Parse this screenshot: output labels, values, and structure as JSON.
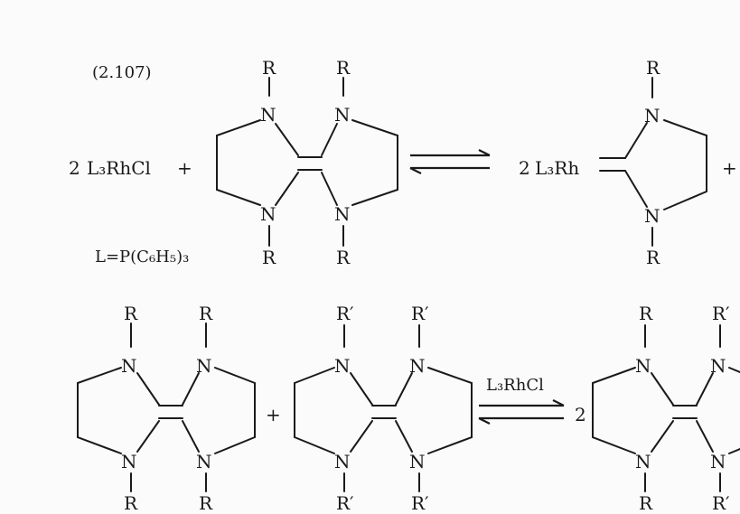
{
  "equation_number": "(2.107)",
  "reaction1": {
    "reactant_coefficient": "2",
    "reactant_formula": "L₃RhCl",
    "plus_1": "+",
    "ligand_definition": "L=P(C₆H₅)₃",
    "product_coefficient": "2",
    "product_formula": "L₃Rh",
    "plus_2": "+"
  },
  "reaction2": {
    "plus": "+",
    "catalyst": "L₃RhCl",
    "coefficient": "2"
  },
  "atoms": {
    "N": "N",
    "R": "R",
    "R_prime": "R′"
  }
}
